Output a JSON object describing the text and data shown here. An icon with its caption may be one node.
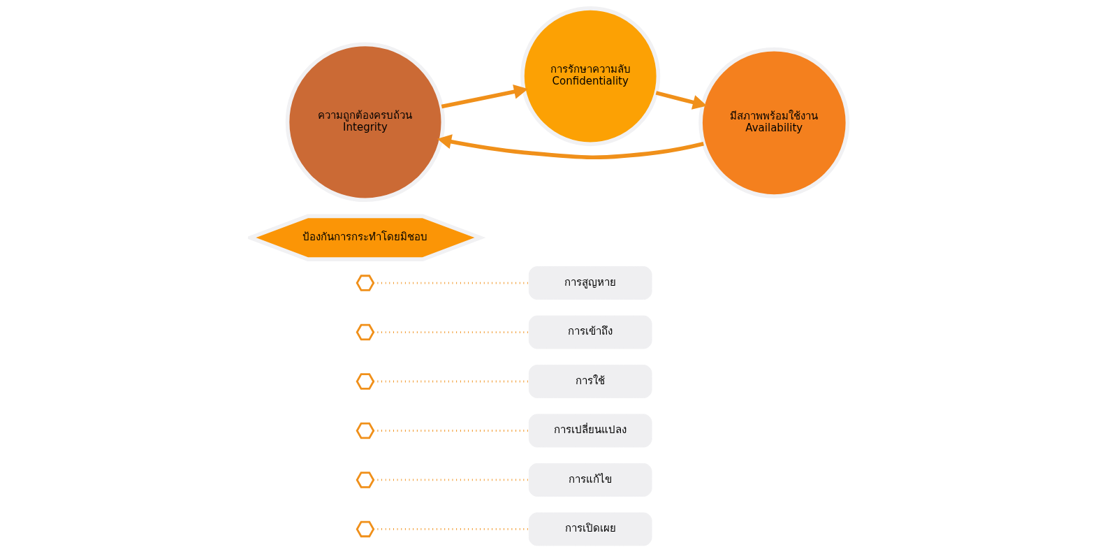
{
  "diagram": {
    "nodes": [
      {
        "text": [
          "การรักษาความลับ",
          "Confidentiality"
        ]
      },
      {
        "text": [
          "มีสภาพพร้อมใช้งาน",
          "Availability"
        ]
      },
      {
        "text": [
          "ความถูกต้องครบถ้วน",
          "Integrity"
        ]
      },
      {
        "text": [
          "ป้องกันการกระทำโดยมิชอบ"
        ]
      },
      {
        "text": [],
        "shape": "hexagon"
      },
      {
        "text": [],
        "shape": "hexagon"
      },
      {
        "text": [],
        "shape": "hexagon"
      },
      {
        "text": [],
        "shape": "hexagon"
      },
      {
        "text": [],
        "shape": "hexagon"
      },
      {
        "text": [],
        "shape": "hexagon"
      },
      {
        "text": [
          "การสูญหาย"
        ]
      },
      {
        "text": [
          "การเข้าถึง"
        ]
      },
      {
        "text": [
          "การใช้"
        ]
      },
      {
        "text": [
          "การเปลี่ยนแปลง"
        ]
      },
      {
        "text": [
          "การแก้ไข"
        ]
      },
      {
        "text": [
          "การเปิดเผย"
        ]
      }
    ],
    "edges": [
      {
        "from": 0,
        "to": 1,
        "arrow": "to",
        "style": "thick"
      },
      {
        "from": 1,
        "to": 2,
        "arrow": "to",
        "style": "thick"
      },
      {
        "from": 2,
        "to": 0,
        "arrow": "to",
        "style": "thick"
      },
      {
        "from": 4,
        "to": 10,
        "arrow": "none",
        "style": "dashed"
      },
      {
        "from": 5,
        "to": 11,
        "arrow": "none",
        "style": "dashed"
      },
      {
        "from": 6,
        "to": 12,
        "arrow": "none",
        "style": "dashed"
      },
      {
        "from": 7,
        "to": 13,
        "arrow": "none",
        "style": "dashed"
      },
      {
        "from": 8,
        "to": 14,
        "arrow": "none",
        "style": "dashed"
      },
      {
        "from": 9,
        "to": 15,
        "arrow": "none",
        "style": "dashed"
      }
    ]
  }
}
